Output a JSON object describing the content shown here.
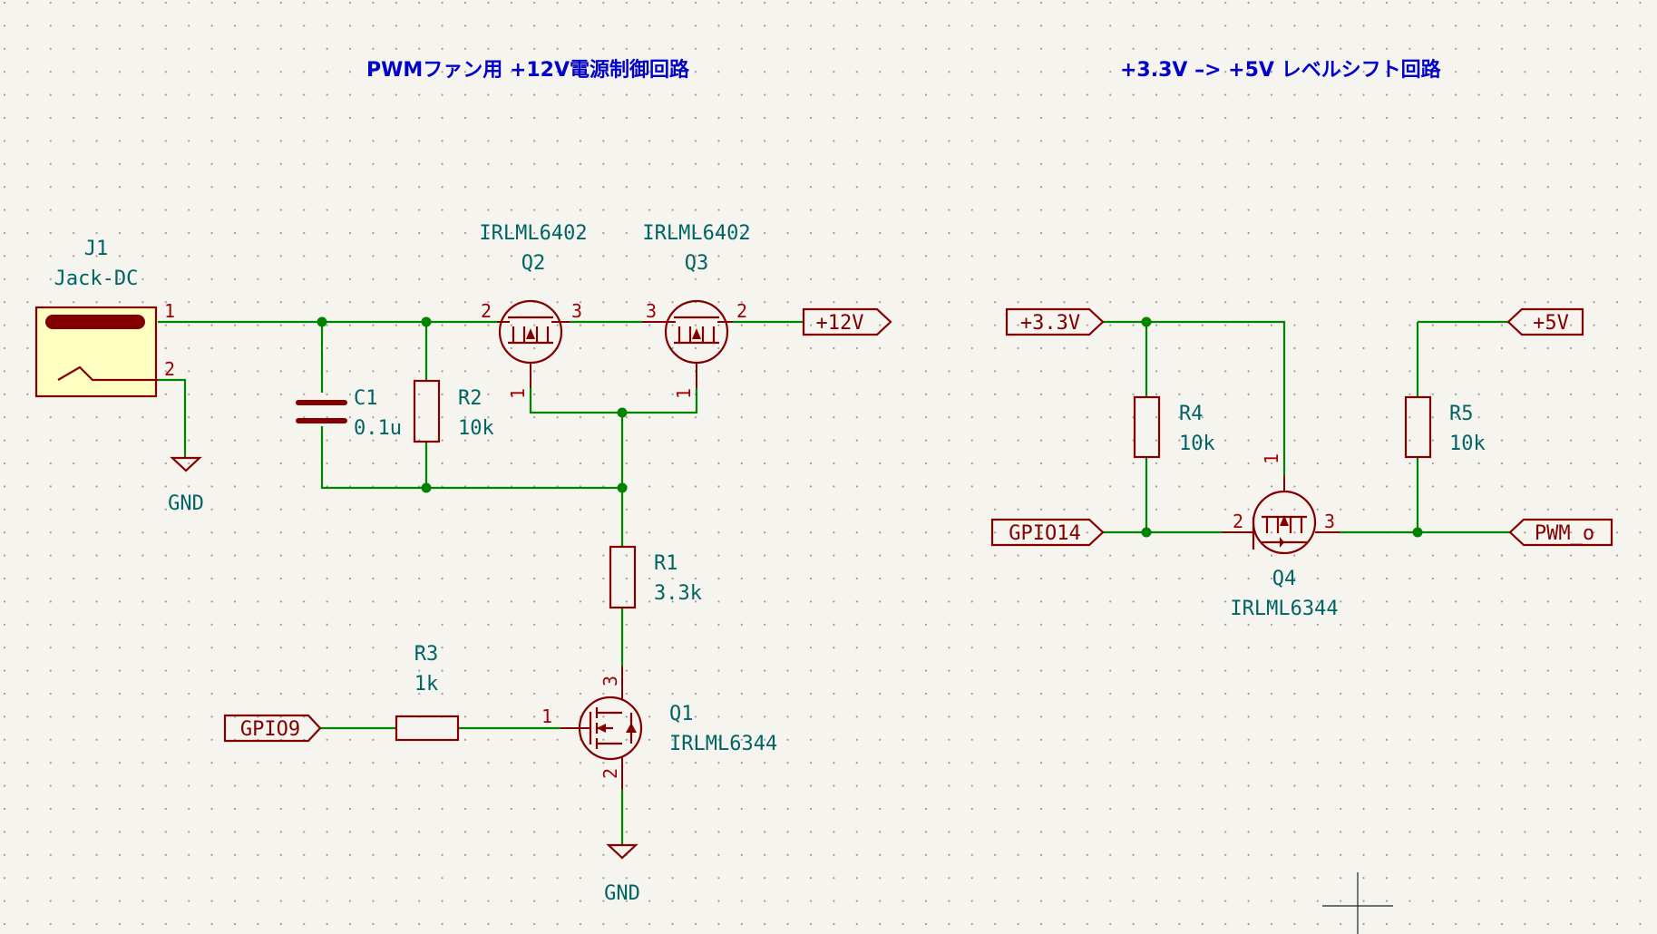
{
  "titles": {
    "left": "PWMファン用 +12V電源制御回路",
    "right": "+3.3V –> +5V レベルシフト回路"
  },
  "j1": {
    "ref": "J1",
    "value": "Jack-DC",
    "pin1": "1",
    "pin2": "2"
  },
  "c1": {
    "ref": "C1",
    "value": "0.1u"
  },
  "r1": {
    "ref": "R1",
    "value": "3.3k"
  },
  "r2": {
    "ref": "R2",
    "value": "10k"
  },
  "r3": {
    "ref": "R3",
    "value": "1k"
  },
  "r4": {
    "ref": "R4",
    "value": "10k"
  },
  "r5": {
    "ref": "R5",
    "value": "10k"
  },
  "q1": {
    "ref": "Q1",
    "value": "IRLML6344",
    "pin_g": "1",
    "pin_s": "2",
    "pin_d": "3"
  },
  "q2": {
    "ref": "Q2",
    "value": "IRLML6402",
    "pin_g": "1",
    "pin_s": "2",
    "pin_d": "3"
  },
  "q3": {
    "ref": "Q3",
    "value": "IRLML6402",
    "pin_g": "1",
    "pin_s": "2",
    "pin_d": "3"
  },
  "q4": {
    "ref": "Q4",
    "value": "IRLML6344",
    "pin_g": "1",
    "pin_s": "2",
    "pin_d": "3"
  },
  "power": {
    "gnd1": "GND",
    "gnd2": "GND"
  },
  "labels": {
    "p12v": "+12V",
    "p33v": "+3.3V",
    "p5v": "+5V",
    "gpio14": "GPIO14",
    "gpio9": "GPIO9",
    "pwm_o": "PWM_o"
  },
  "colors": {
    "background": "#f5f4ef",
    "wire": "#008400",
    "symbol": "#840000",
    "symbol_fill": "#ffffc2",
    "reference_text": "#006464",
    "title_text": "#0000c8",
    "grid_dot": "#9a9a9a"
  },
  "icons": {
    "cursor": "crosshair-cursor-icon"
  }
}
